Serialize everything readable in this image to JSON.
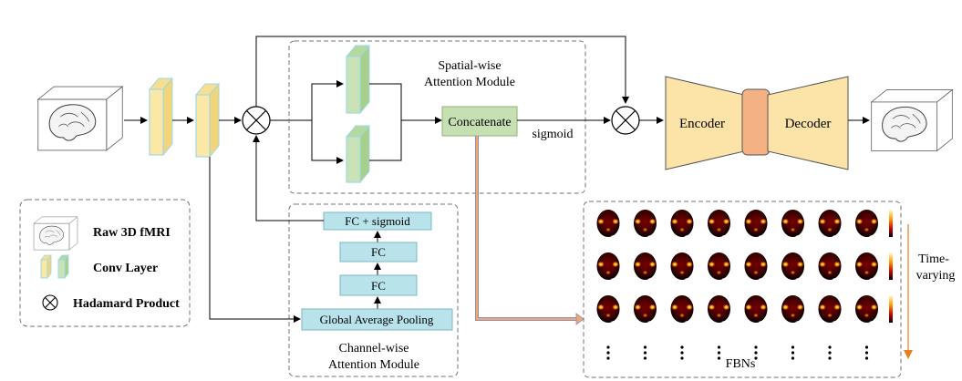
{
  "spatial_module": {
    "title_line1": "Spatial-wise",
    "title_line2": "Attention Module"
  },
  "channel_module": {
    "title_line1": "Channel-wise",
    "title_line2": "Attention Module"
  },
  "concatenate_label": "Concatenate",
  "sigmoid_label": "sigmoid",
  "encoder_label": "Encoder",
  "decoder_label": "Decoder",
  "channel_blocks": {
    "fc_sigmoid": "FC + sigmoid",
    "fc_upper": "FC",
    "fc_lower": "FC",
    "gap": "Global Average Pooling"
  },
  "legend": {
    "raw": "Raw 3D fMRI",
    "conv": "Conv Layer",
    "hadamard": "Hadamard Product"
  },
  "fbn": {
    "title": "FBNs",
    "time_label_line1": "Time-",
    "time_label_line2": "varying",
    "rows": 3,
    "cols": 8
  },
  "colors": {
    "conv_yellow": "#fbe8a6",
    "conv_green": "#c9e3b6",
    "concat_green": "#c6e0b4",
    "encoder_fill": "#fce4a8",
    "bottleneck_fill": "#f4b183",
    "fc_fill": "#b9e3ea",
    "arrow_orange": "#e67e22"
  }
}
